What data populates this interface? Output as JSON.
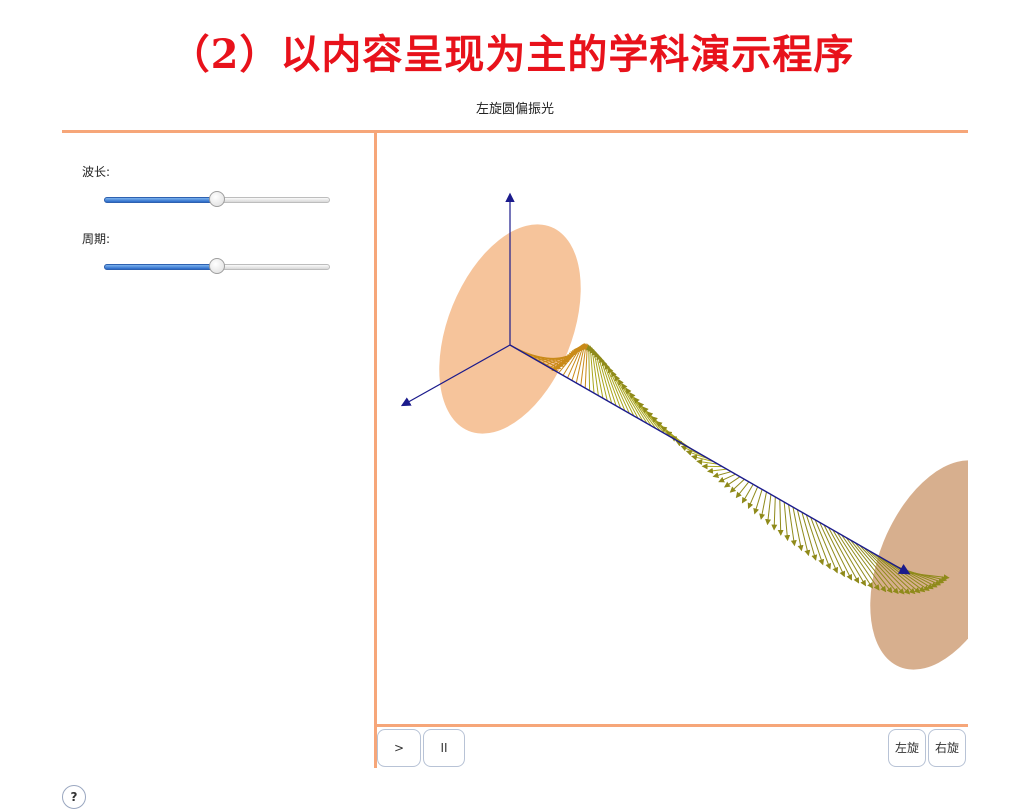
{
  "slide": {
    "title": "（2）以内容呈现为主的学科演示程序"
  },
  "app": {
    "title": "左旋圆偏振光",
    "controls": {
      "wavelength": {
        "label": "波长:",
        "value_fraction": 0.5
      },
      "period": {
        "label": "周期:",
        "value_fraction": 0.5
      }
    },
    "buttons": {
      "play": ">",
      "pause": "II",
      "left_rotate": "左旋",
      "right_rotate": "右旋",
      "help": "?"
    },
    "colors": {
      "accent_border": "#f6a679",
      "axis": "#1b1b8c",
      "disk_front": "#f3b07a",
      "disk_back": "#c99468",
      "vector_near": "#c98a18",
      "vector_far": "#b6b81f",
      "slider_fill": "#2a69c7"
    }
  }
}
